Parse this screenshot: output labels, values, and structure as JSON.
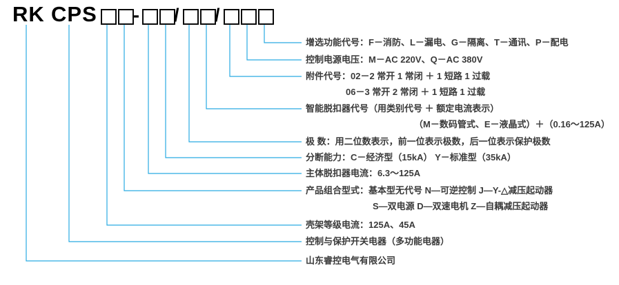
{
  "model": {
    "brand": "RK",
    "product": "CPS",
    "dash": "-",
    "slash1": "/",
    "slash2": "/"
  },
  "colors": {
    "callout_line": "#29abe2",
    "label_text": "#3a3a3a",
    "model_text": "#000000"
  },
  "callouts": [
    {
      "id": "function-codes",
      "lines": [
        "增选功能代号：F－消防、L－漏电、G－隔离、T－通讯、P－配电"
      ]
    },
    {
      "id": "control-voltage",
      "lines": [
        "控制电源电压：M－AC 220V、Q－AC 380V"
      ]
    },
    {
      "id": "accessory-code",
      "lines": [
        "附件代号：02－2 常开 1 常闭 ＋ 1 短路 1 过载",
        "06－3 常开 2 常闭 ＋ 1 短路 1 过载"
      ]
    },
    {
      "id": "trip-unit-code",
      "lines": [
        "智能脱扣器代号（用类别代号 ＋ 额定电流表示）",
        "（M－数码管式、E－液晶式）＋（0.16～125A）"
      ]
    },
    {
      "id": "poles",
      "lines": [
        "极 数：用二位数表示，前一位表示极数，后一位表示保护极数"
      ]
    },
    {
      "id": "breaking-capacity",
      "lines": [
        "分断能力：C－经济型（15kA） Y－标准型（35kA）"
      ]
    },
    {
      "id": "trip-current",
      "lines": [
        "主体脱扣器电流：6.3～125A"
      ]
    },
    {
      "id": "combination-type",
      "lines": [
        "产品组合型式：基本型无代号 N—可逆控制 J—Y-△减压起动器",
        "S—双电源 D—双速电机 Z—自耦减压起动器"
      ]
    },
    {
      "id": "frame-current",
      "lines": [
        "壳架等级电流：125A、45A"
      ]
    },
    {
      "id": "product-name",
      "lines": [
        "控制与保护开关电器（多功能电器）"
      ]
    },
    {
      "id": "company",
      "lines": [
        "山东睿控电气有限公司"
      ]
    }
  ]
}
